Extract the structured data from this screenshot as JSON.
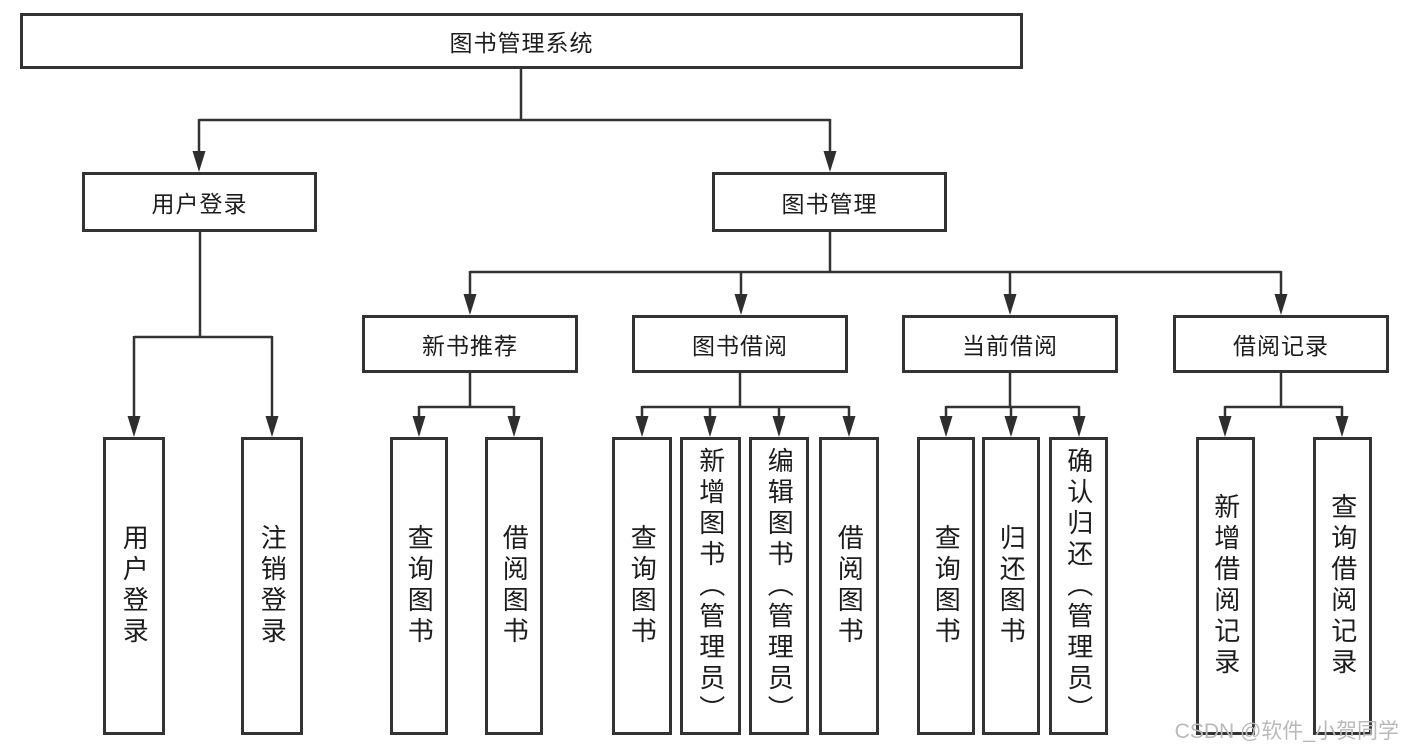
{
  "diagram_type": "tree-hierarchy",
  "colors": {
    "line": "#333333",
    "box_border": "#333333",
    "text": "#1c1c1c",
    "watermark": "#b9b9b9",
    "background": "#ffffff"
  },
  "tree": {
    "label": "图书管理系统",
    "children": [
      {
        "label": "用户登录",
        "children": [
          {
            "label": "用户登录"
          },
          {
            "label": "注销登录"
          }
        ]
      },
      {
        "label": "图书管理",
        "children": [
          {
            "label": "新书推荐",
            "children": [
              {
                "label": "查询图书"
              },
              {
                "label": "借阅图书"
              }
            ]
          },
          {
            "label": "图书借阅",
            "children": [
              {
                "label": "查询图书"
              },
              {
                "label": "新增图书（管理员）"
              },
              {
                "label": "编辑图书（管理员）"
              },
              {
                "label": "借阅图书"
              }
            ]
          },
          {
            "label": "当前借阅",
            "children": [
              {
                "label": "查询图书"
              },
              {
                "label": "归还图书"
              },
              {
                "label": "确认归还（管理员）"
              }
            ]
          },
          {
            "label": "借阅记录",
            "children": [
              {
                "label": "新增借阅记录"
              },
              {
                "label": "查询借阅记录"
              }
            ]
          }
        ]
      }
    ]
  },
  "watermark": {
    "text": "CSDN @软件_小贺同学"
  }
}
